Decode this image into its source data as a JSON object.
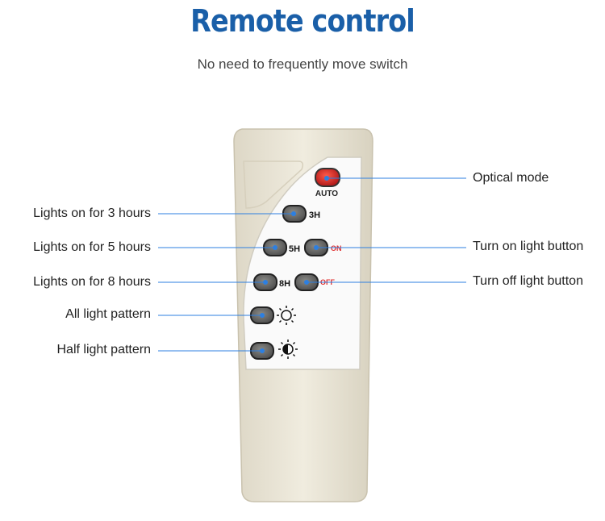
{
  "header": {
    "title": "Remote control",
    "subtitle": "No need to frequently move switch"
  },
  "remote": {
    "buttons": {
      "auto": "AUTO",
      "h3": "3H",
      "h5": "5H",
      "h8": "8H",
      "on": "ON",
      "off": "OFF"
    },
    "icons": {
      "all_light": "sun-outline-icon",
      "half_light": "sun-half-icon"
    },
    "colors": {
      "title": "#1a5fa8",
      "body": "#ebe6d8",
      "panel": "#ffffff",
      "auto_button": "#d42a2a",
      "button": "#6e6e6a",
      "on_off_text": "#e03030",
      "pointer_dot": "#2d7fe0",
      "pointer_line": "#2d7fe0"
    }
  },
  "callouts": {
    "optical_mode": "Optical mode",
    "lights_3h": "Lights on for 3 hours",
    "lights_5h": "Lights on for 5 hours",
    "lights_8h": "Lights on for 8 hours",
    "all_light": "All light pattern",
    "half_light": "Half light pattern",
    "turn_on": "Turn on light button",
    "turn_off": "Turn off light button"
  }
}
